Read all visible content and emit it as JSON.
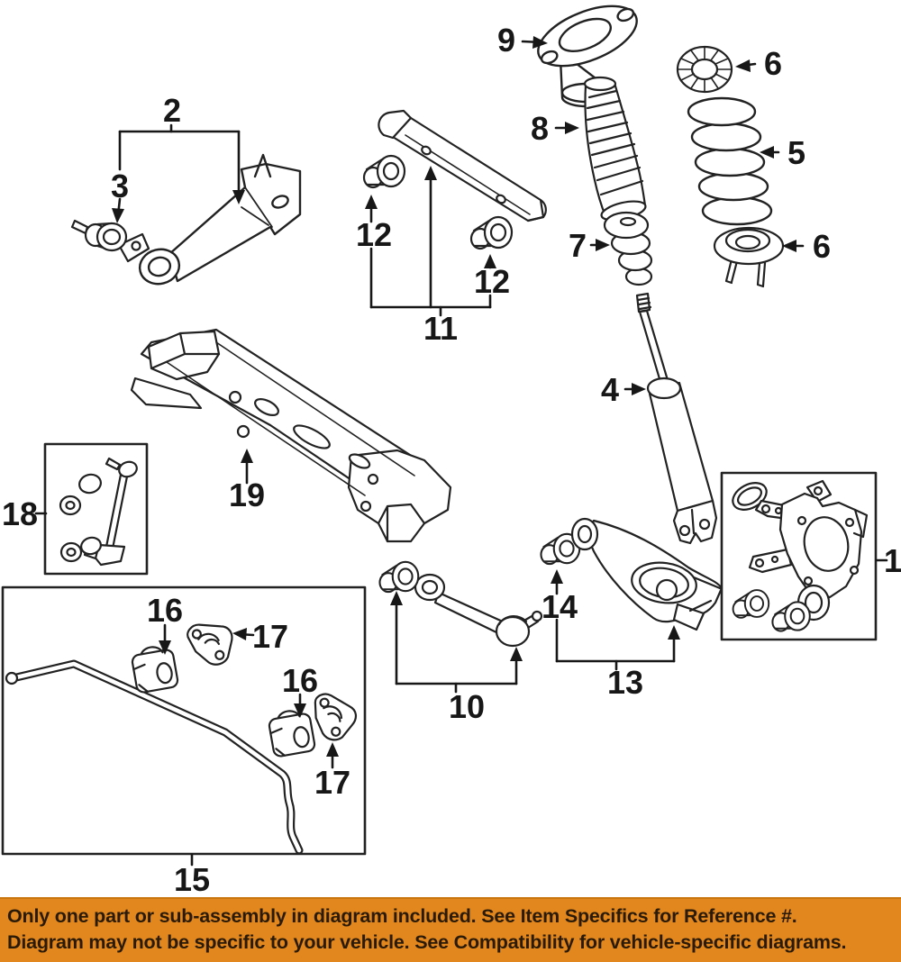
{
  "figure_title": "Rear suspension exploded parts diagram",
  "callouts": {
    "n1": "1",
    "n2": "2",
    "n3": "3",
    "n4": "4",
    "n5": "5",
    "n6": "6",
    "n7": "7",
    "n8": "8",
    "n9": "9",
    "n10": "10",
    "n11": "11",
    "n12": "12",
    "n13": "13",
    "n14": "14",
    "n15": "15",
    "n16": "16",
    "n17": "17",
    "n18": "18",
    "n19": "19"
  },
  "banner": {
    "line1": "Only one part or sub-assembly in diagram included. See Item Specifics for Reference #.",
    "line2": "Diagram may not be specific to your vehicle. See Compatibility for vehicle-specific diagrams.",
    "bg_color": "#E2861E",
    "text_color": "#2A1A08"
  },
  "colors": {
    "line": "#222222",
    "background": "#FFFFFF"
  }
}
